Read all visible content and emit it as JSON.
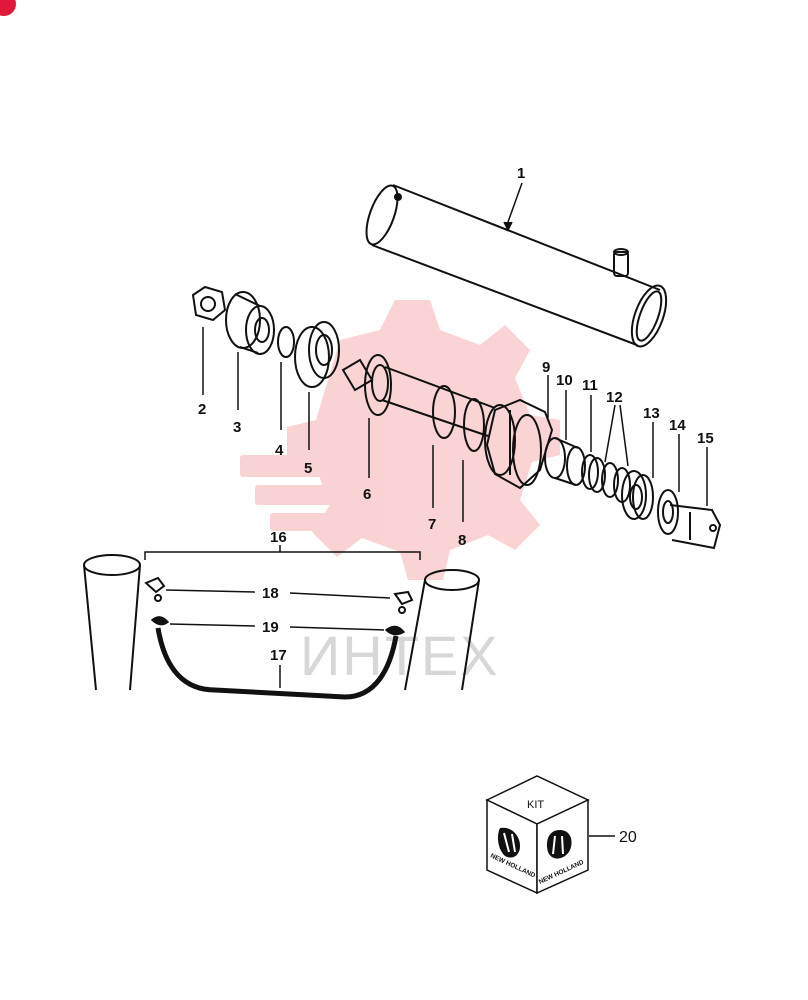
{
  "callouts": {
    "c1": "1",
    "c2": "2",
    "c3": "3",
    "c4": "4",
    "c5": "5",
    "c6": "6",
    "c7": "7",
    "c8": "8",
    "c9": "9",
    "c10": "10",
    "c11": "11",
    "c12": "12",
    "c13": "13",
    "c14": "14",
    "c15": "15",
    "c16": "16",
    "c17": "17",
    "c18": "18",
    "c19": "19",
    "c20": "20"
  },
  "kit": {
    "label": "KIT",
    "brand_left": "NEW HOLLAND",
    "brand_right": "NEW HOLLAND"
  },
  "watermark": {
    "text": "ИНТЕХ",
    "color": "#e8383d"
  },
  "colors": {
    "line": "#111111",
    "watermark_gear": "#e8383d",
    "watermark_text": "#d7d7d7"
  }
}
